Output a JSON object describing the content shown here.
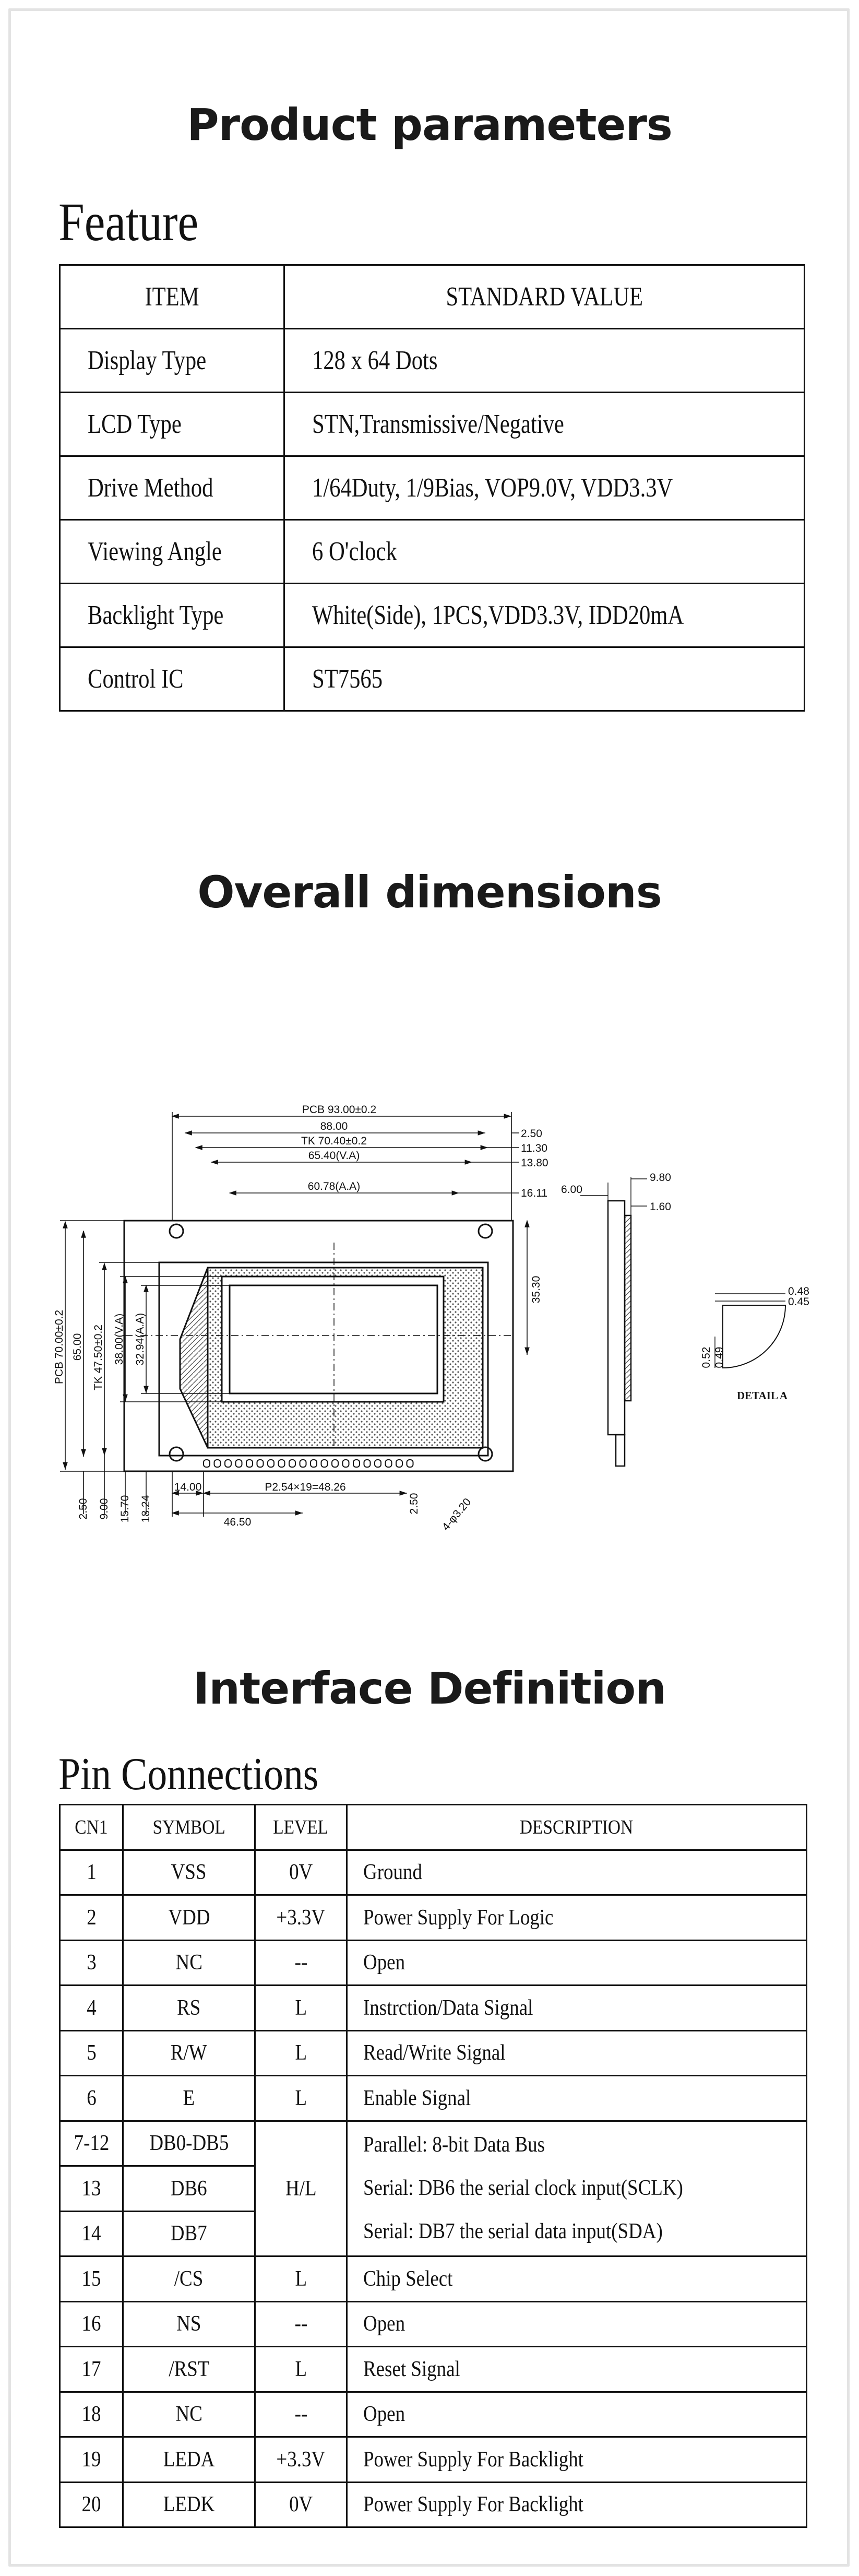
{
  "sections": {
    "product_parameters": "Product parameters",
    "overall_dimensions": "Overall dimensions",
    "interface_definition": "Interface Definition"
  },
  "feature": {
    "title": "Feature",
    "headers": [
      "ITEM",
      "STANDARD VALUE"
    ],
    "rows": [
      [
        "Display Type",
        "128 x 64 Dots"
      ],
      [
        "LCD Type",
        "STN,Transmissive/Negative"
      ],
      [
        "Drive Method",
        "1/64Duty, 1/9Bias, VOP9.0V, VDD3.3V"
      ],
      [
        "Viewing Angle",
        "6 O'clock"
      ],
      [
        "Backlight Type",
        "White(Side), 1PCS,VDD3.3V, IDD20mA"
      ],
      [
        "Control IC",
        "ST7565"
      ]
    ]
  },
  "dimensions": {
    "top": {
      "pcb": "PCB 93.00±0.2",
      "v88": "88.00",
      "tk": "TK 70.40±0.2",
      "va": "65.40(V.A)",
      "aa": "60.78(A.A)",
      "r250": "2.50",
      "r1130": "11.30",
      "r1380": "13.80",
      "r1611": "16.11"
    },
    "left": {
      "pcb": "PCB 70.00±0.2",
      "v65": "65.00",
      "tk": "TK 47.50±0.2",
      "va": "38.00(V.A)",
      "aa": "32.94(A.A)"
    },
    "right": {
      "v3530": "35.30"
    },
    "bottom": {
      "b250": "2.50",
      "b900": "9.00",
      "b1570": "15.70",
      "b1824": "18.24",
      "b1400": "14.00",
      "pitch": "P2.54×19=48.26",
      "b4650": "46.50",
      "b250r": "2.50",
      "hole": "4-φ3.20"
    },
    "side": {
      "s980": "9.80",
      "s600": "6.00",
      "s160": "1.60"
    },
    "detail": {
      "d048": "0.48",
      "d045": "0.45",
      "d052": "0.52",
      "d049": "0.49",
      "label": "DETAIL A"
    }
  },
  "pins": {
    "title": "Pin Connections",
    "headers": [
      "CN1",
      "SYMBOL",
      "LEVEL",
      "DESCRIPTION"
    ],
    "rows": [
      [
        "1",
        "VSS",
        "0V",
        "Ground"
      ],
      [
        "2",
        "VDD",
        "+3.3V",
        "Power Supply For Logic"
      ],
      [
        "3",
        "NC",
        "--",
        "Open"
      ],
      [
        "4",
        "RS",
        "L",
        "Instrction/Data Signal"
      ],
      [
        "5",
        "R/W",
        "L",
        "Read/Write Signal"
      ],
      [
        "6",
        "E",
        "L",
        "Enable Signal"
      ],
      [
        "7-12",
        "DB0-DB5",
        "H/L",
        "Parallel: 8-bit Data Bus"
      ],
      [
        "13",
        "DB6",
        "",
        "Serial: DB6 the serial clock input(SCLK)"
      ],
      [
        "14",
        "DB7",
        "",
        "Serial: DB7 the serial data input(SDA)"
      ],
      [
        "15",
        "/CS",
        "L",
        "Chip Select"
      ],
      [
        "16",
        "NS",
        "--",
        "Open"
      ],
      [
        "17",
        "/RST",
        "L",
        "Reset Signal"
      ],
      [
        "18",
        "NC",
        "--",
        "Open"
      ],
      [
        "19",
        "LEDA",
        "+3.3V",
        "Power Supply For Backlight"
      ],
      [
        "20",
        "LEDK",
        "0V",
        "Power Supply For Backlight"
      ]
    ]
  }
}
